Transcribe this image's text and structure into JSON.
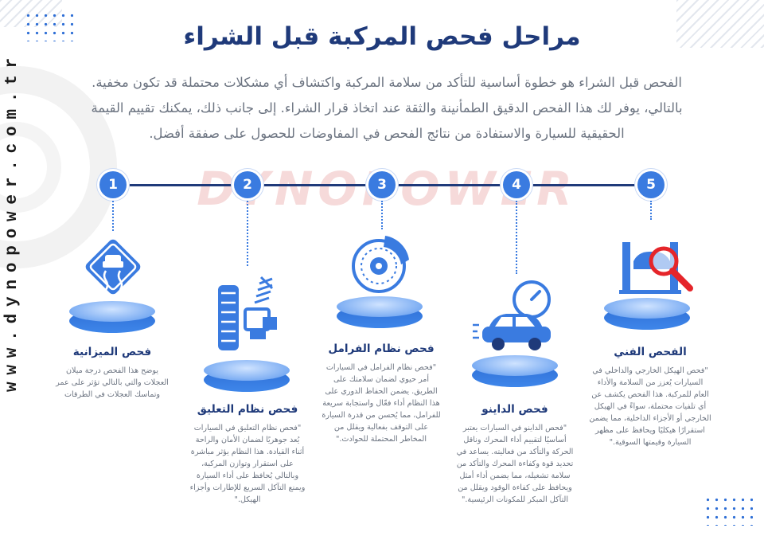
{
  "brand": {
    "site": "www.dynopower.com.tr",
    "watermark": "DYNOPOWER"
  },
  "title": "مراحل فحص المركبة قبل الشراء",
  "intro": "الفحص قبل الشراء هو خطوة أساسية للتأكد من سلامة المركبة واكتشاف أي مشكلات محتملة قد تكون مخفية. بالتالي، يوفر لك هذا الفحص الدقيق الطمأنينة والثقة عند اتخاذ قرار الشراء. إلى جانب ذلك، يمكنك تقييم القيمة الحقيقية للسيارة والاستفادة من نتائج الفحص في المفاوضات للحصول على صفقة أفضل.",
  "steps": [
    {
      "number": "1",
      "title": "فحص الميزانية",
      "description": "يوضح هذا الفحص درجة ميلان العجلات والتي بالتالي تؤثر على عمر وتماسك العجلات في الطرقات",
      "icon": "slippery-road-icon"
    },
    {
      "number": "2",
      "title": "فحص نظام التعليق",
      "description": "\"فحص نظام التعليق في السيارات يُعد جوهريًا لضمان الأمان والراحة أثناء القيادة. هذا النظام يؤثر مباشرة على استقرار وتوازن المركبة، وبالتالي يُحافظ على أداء السيارة ويمنع التآكل السريع للإطارات وأجزاء الهيكل.\"",
      "icon": "suspension-icon"
    },
    {
      "number": "3",
      "title": "فحص نظام الفرامل",
      "description": "\"فحص نظام الفرامل في السيارات أمر حيوي لضمان سلامتك على الطريق. يضمن الحفاظ الدوري على هذا النظام أداء فعّال واستجابة سريعة للفرامل، مما يُحسن من قدرة السيارة على التوقف بفعالية ويقلل من المخاطر المحتملة للحوادث.\"",
      "icon": "brake-disc-icon"
    },
    {
      "number": "4",
      "title": "فحص الداينو",
      "description": "\"فحص الداينو في السيارات يعتبر أساسيًا لتقييم أداء المحرك وناقل الحركة والتأكد من فعاليته. يساعد في تحديد قوة وكفاءة المحرك والتأكد من سلامة تشغيله، مما يضمن أداء أمثل ويحافظ على كفاءة الوقود ويقلل من التآكل المبكر للمكونات الرئيسية.\"",
      "icon": "speedometer-car-icon"
    },
    {
      "number": "5",
      "title": "الفحص الفني",
      "description": "\"فحص الهيكل الخارجي والداخلي في السيارات يُعزز من السلامة والأداء العام للمركبة. هذا الفحص يكشف عن أي تلفيات محتملة، سواءً في الهيكل الخارجي أو الأجزاء الداخلية، مما يضمن استقرارًا هيكليًا ويحافظ على مظهر السيارة وقيمتها السوقية.\"",
      "icon": "car-lift-magnifier-icon"
    }
  ],
  "colors": {
    "accent": "#3a7be0",
    "navy": "#1f3a7a",
    "text": "#6b7380",
    "alert": "#e5252a"
  }
}
